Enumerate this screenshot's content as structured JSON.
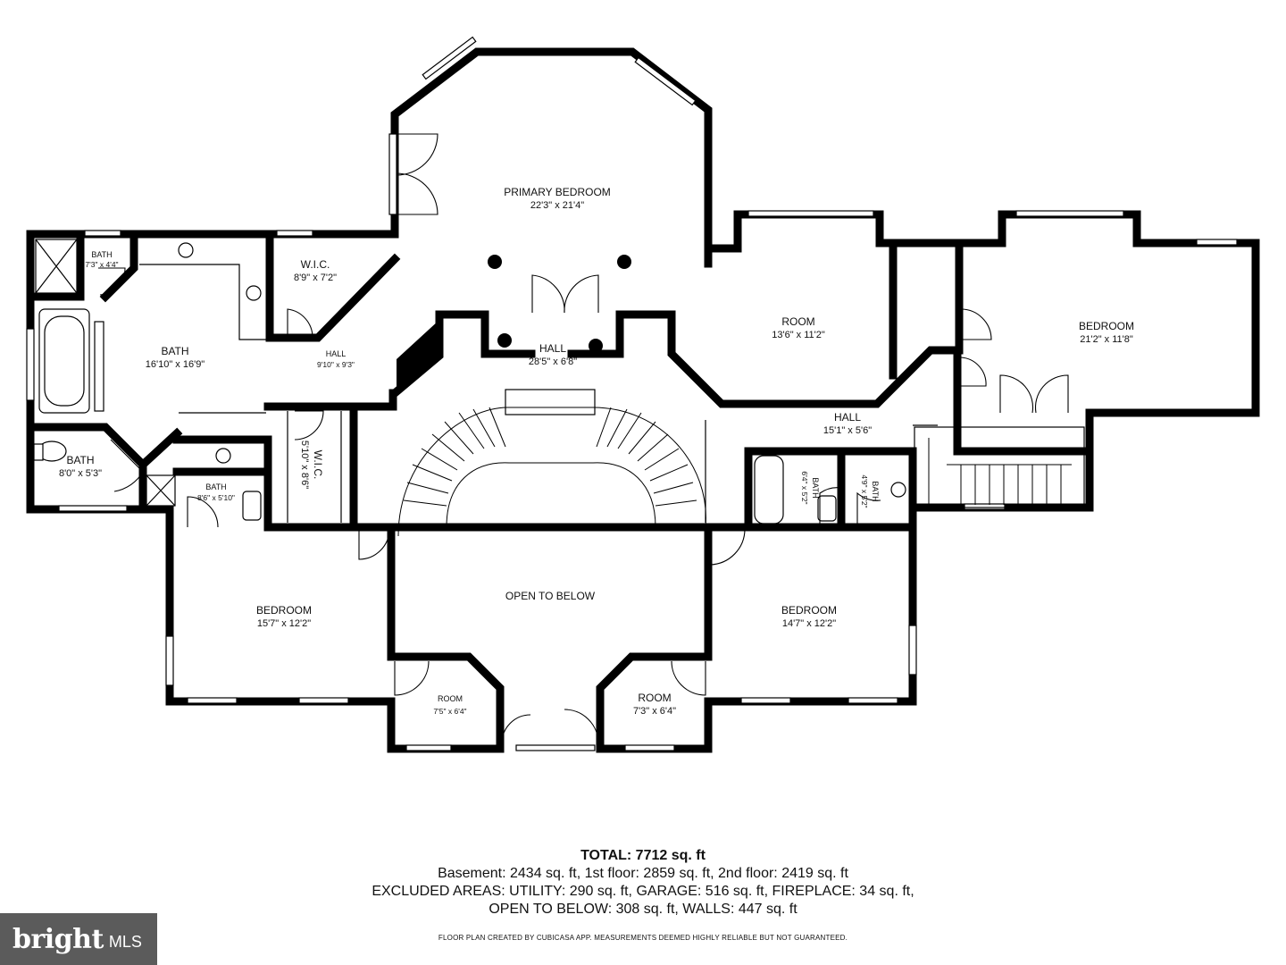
{
  "rooms": {
    "primary_bedroom": {
      "name": "PRIMARY BEDROOM",
      "dims": "22'3\" x 21'4\""
    },
    "room_upper": {
      "name": "ROOM",
      "dims": "13'6\" x 11'2\""
    },
    "bedroom_east": {
      "name": "BEDROOM",
      "dims": "21'2\" x 11'8\""
    },
    "bath_main": {
      "name": "BATH",
      "dims": "16'10\" x 16'9\""
    },
    "bath_small": {
      "name": "BATH",
      "dims": "7'3\" x 4'4\""
    },
    "wic_upper": {
      "name": "W.I.C.",
      "dims": "8'9\" x 7'2\""
    },
    "hall_small": {
      "name": "HALL",
      "dims": "9'10\" x 9'3\""
    },
    "hall_center": {
      "name": "HALL",
      "dims": "28'5\" x 6'8\""
    },
    "hall_east": {
      "name": "HALL",
      "dims": "15'1\" x 5'6\""
    },
    "bath_west": {
      "name": "BATH",
      "dims": "8'0\" x 5'3\""
    },
    "bath_mid": {
      "name": "BATH",
      "dims": "8'6\" x 5'10\""
    },
    "wic_lower": {
      "name": "W.I.C.",
      "dims": "5'10\" x 8'6\""
    },
    "bath_east1": {
      "name": "BATH",
      "dims": "6'4\" x 5'2\""
    },
    "bath_east2": {
      "name": "BATH",
      "dims": "4'9\" x 5'2\""
    },
    "open_to_below": {
      "name": "OPEN TO BELOW"
    },
    "bedroom_sw": {
      "name": "BEDROOM",
      "dims": "15'7\" x 12'2\""
    },
    "bedroom_se": {
      "name": "BEDROOM",
      "dims": "14'7\" x 12'2\""
    },
    "room_sw": {
      "name": "ROOM",
      "dims": "7'5\" x 6'4\""
    },
    "room_se": {
      "name": "ROOM",
      "dims": "7'3\" x 6'4\""
    }
  },
  "summary": {
    "total": "TOTAL: 7712 sq. ft",
    "line1": "Basement: 2434 sq. ft, 1st floor: 2859 sq. ft, 2nd floor: 2419 sq. ft",
    "line2": "EXCLUDED AREAS: UTILITY: 290 sq. ft, GARAGE: 516 sq. ft, FIREPLACE: 34 sq. ft,",
    "line3": "OPEN TO BELOW: 308 sq. ft, WALLS: 447 sq. ft"
  },
  "disclaimer": "FLOOR PLAN CREATED BY CUBICASA APP. MEASUREMENTS DEEMED HIGHLY RELIABLE BUT NOT GUARANTEED.",
  "logo": {
    "brand": "bright",
    "suffix": "MLS"
  }
}
